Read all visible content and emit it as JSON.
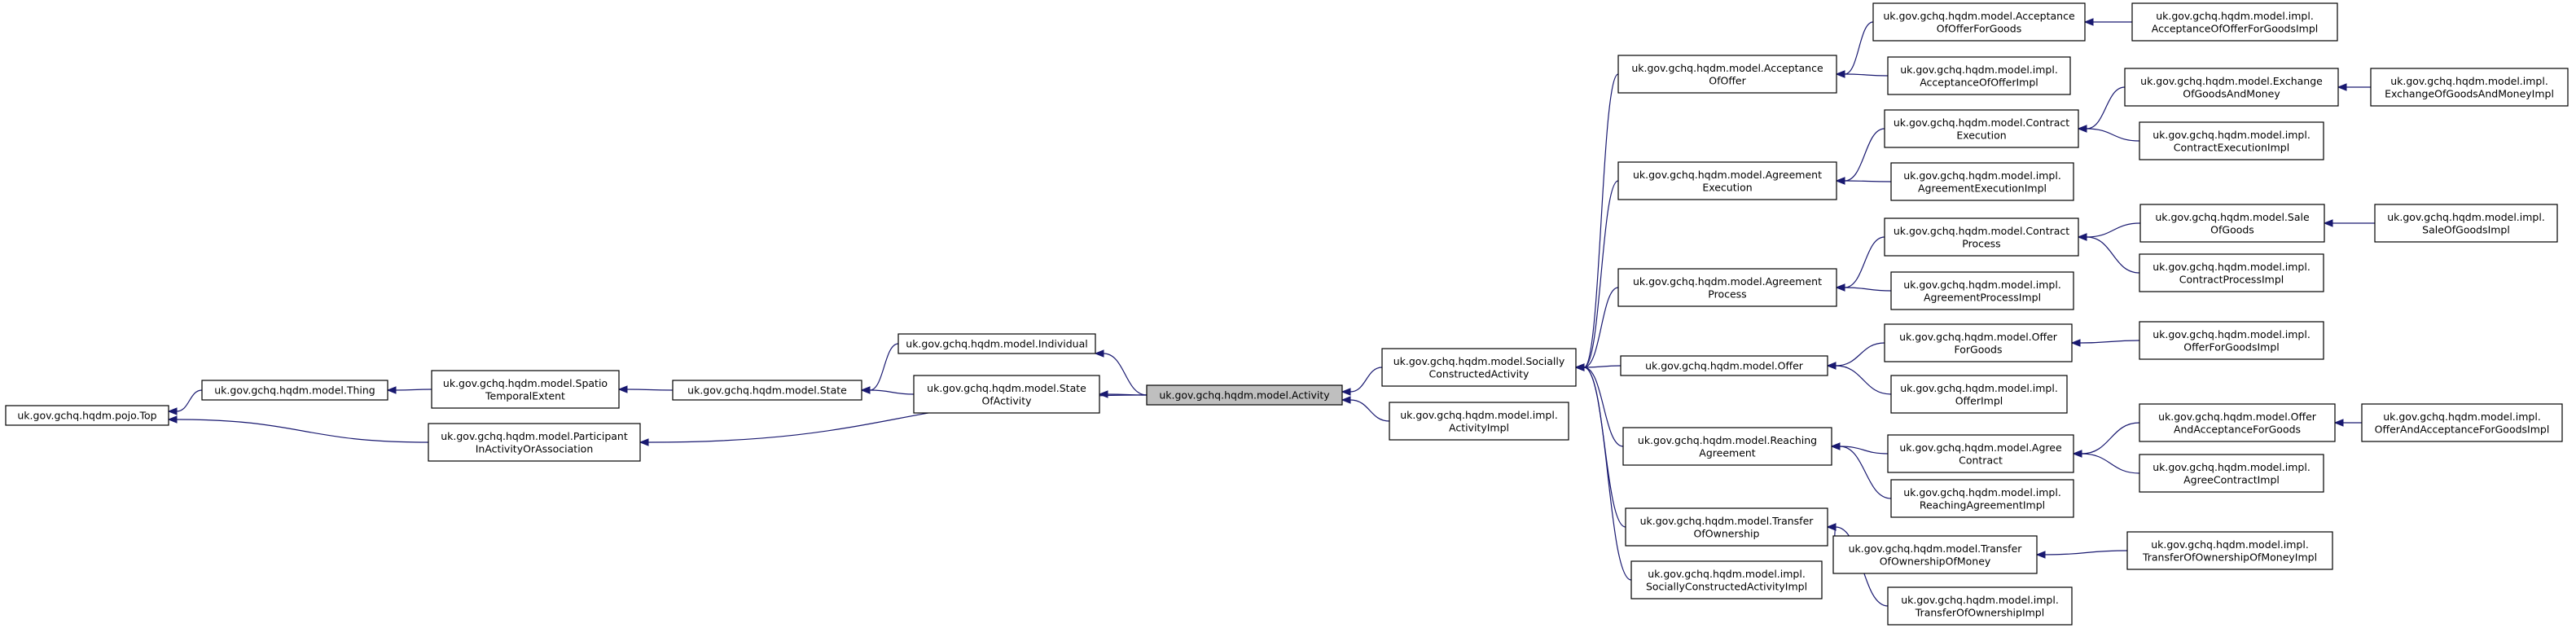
{
  "diagram": {
    "nodes": {
      "top": [
        "uk.gov.gchq.hqdm.pojo.Top"
      ],
      "thing": [
        "uk.gov.gchq.hqdm.model.Thing"
      ],
      "spatio": [
        "uk.gov.gchq.hqdm.model.Spatio",
        "TemporalExtent"
      ],
      "participant": [
        "uk.gov.gchq.hqdm.model.Participant",
        "InActivityOrAssociation"
      ],
      "state": [
        "uk.gov.gchq.hqdm.model.State"
      ],
      "individual": [
        "uk.gov.gchq.hqdm.model.Individual"
      ],
      "stateofactivity": [
        "uk.gov.gchq.hqdm.model.State",
        "OfActivity"
      ],
      "activity": [
        "uk.gov.gchq.hqdm.model.Activity"
      ],
      "sca": [
        "uk.gov.gchq.hqdm.model.Socially",
        "ConstructedActivity"
      ],
      "activityimpl": [
        "uk.gov.gchq.hqdm.model.impl.",
        "ActivityImpl"
      ],
      "acceptoffer": [
        "uk.gov.gchq.hqdm.model.Acceptance",
        "OfOffer"
      ],
      "agreeexec": [
        "uk.gov.gchq.hqdm.model.Agreement",
        "Execution"
      ],
      "agreeproc": [
        "uk.gov.gchq.hqdm.model.Agreement",
        "Process"
      ],
      "offer": [
        "uk.gov.gchq.hqdm.model.Offer"
      ],
      "reaching": [
        "uk.gov.gchq.hqdm.model.Reaching",
        "Agreement"
      ],
      "transfer": [
        "uk.gov.gchq.hqdm.model.Transfer",
        "OfOwnership"
      ],
      "scaimpl": [
        "uk.gov.gchq.hqdm.model.impl.",
        "SociallyConstructedActivityImpl"
      ],
      "acceptoffergoods": [
        "uk.gov.gchq.hqdm.model.Acceptance",
        "OfOfferForGoods"
      ],
      "acceptofferimpl": [
        "uk.gov.gchq.hqdm.model.impl.",
        "AcceptanceOfOfferImpl"
      ],
      "contractexec": [
        "uk.gov.gchq.hqdm.model.Contract",
        "Execution"
      ],
      "agreeexecimpl": [
        "uk.gov.gchq.hqdm.model.impl.",
        "AgreementExecutionImpl"
      ],
      "contractproc": [
        "uk.gov.gchq.hqdm.model.Contract",
        "Process"
      ],
      "agreeprocimpl": [
        "uk.gov.gchq.hqdm.model.impl.",
        "AgreementProcessImpl"
      ],
      "offergoods": [
        "uk.gov.gchq.hqdm.model.Offer",
        "ForGoods"
      ],
      "offerimpl": [
        "uk.gov.gchq.hqdm.model.impl.",
        "OfferImpl"
      ],
      "agreecontract": [
        "uk.gov.gchq.hqdm.model.Agree",
        "Contract"
      ],
      "reachingimpl": [
        "uk.gov.gchq.hqdm.model.impl.",
        "ReachingAgreementImpl"
      ],
      "transfermoney": [
        "uk.gov.gchq.hqdm.model.Transfer",
        "OfOwnershipOfMoney"
      ],
      "transferimpl": [
        "uk.gov.gchq.hqdm.model.impl.",
        "TransferOfOwnershipImpl"
      ],
      "acceptoffergoodsimpl": [
        "uk.gov.gchq.hqdm.model.impl.",
        "AcceptanceOfOfferForGoodsImpl"
      ],
      "exchange": [
        "uk.gov.gchq.hqdm.model.Exchange",
        "OfGoodsAndMoney"
      ],
      "contractexecimpl": [
        "uk.gov.gchq.hqdm.model.impl.",
        "ContractExecutionImpl"
      ],
      "sale": [
        "uk.gov.gchq.hqdm.model.Sale",
        "OfGoods"
      ],
      "contractprocimpl": [
        "uk.gov.gchq.hqdm.model.impl.",
        "ContractProcessImpl"
      ],
      "offergoodsimpl": [
        "uk.gov.gchq.hqdm.model.impl.",
        "OfferForGoodsImpl"
      ],
      "offeracceptgoods": [
        "uk.gov.gchq.hqdm.model.Offer",
        "AndAcceptanceForGoods"
      ],
      "agreecontractimpl": [
        "uk.gov.gchq.hqdm.model.impl.",
        "AgreeContractImpl"
      ],
      "transfermoneyimpl": [
        "uk.gov.gchq.hqdm.model.impl.",
        "TransferOfOwnershipOfMoneyImpl"
      ],
      "exchangeimpl": [
        "uk.gov.gchq.hqdm.model.impl.",
        "ExchangeOfGoodsAndMoneyImpl"
      ],
      "saleimpl": [
        "uk.gov.gchq.hqdm.model.impl.",
        "SaleOfGoodsImpl"
      ],
      "offeracceptgoodsimpl": [
        "uk.gov.gchq.hqdm.model.impl.",
        "OfferAndAcceptanceForGoodsImpl"
      ]
    },
    "focus": "activity",
    "edges": [
      [
        "thing",
        "top"
      ],
      [
        "participant",
        "top"
      ],
      [
        "spatio",
        "thing"
      ],
      [
        "state",
        "spatio"
      ],
      [
        "individual",
        "state"
      ],
      [
        "stateofactivity",
        "state"
      ],
      [
        "activity",
        "individual"
      ],
      [
        "activity",
        "stateofactivity"
      ],
      [
        "activity",
        "participant"
      ],
      [
        "sca",
        "activity"
      ],
      [
        "activityimpl",
        "activity"
      ],
      [
        "acceptoffer",
        "sca"
      ],
      [
        "agreeexec",
        "sca"
      ],
      [
        "agreeproc",
        "sca"
      ],
      [
        "offer",
        "sca"
      ],
      [
        "reaching",
        "sca"
      ],
      [
        "transfer",
        "sca"
      ],
      [
        "scaimpl",
        "sca"
      ],
      [
        "acceptoffergoods",
        "acceptoffer"
      ],
      [
        "acceptofferimpl",
        "acceptoffer"
      ],
      [
        "contractexec",
        "agreeexec"
      ],
      [
        "agreeexecimpl",
        "agreeexec"
      ],
      [
        "contractproc",
        "agreeproc"
      ],
      [
        "agreeprocimpl",
        "agreeproc"
      ],
      [
        "offergoods",
        "offer"
      ],
      [
        "offerimpl",
        "offer"
      ],
      [
        "agreecontract",
        "reaching"
      ],
      [
        "reachingimpl",
        "reaching"
      ],
      [
        "transfermoney",
        "transfer"
      ],
      [
        "transferimpl",
        "transfer"
      ],
      [
        "acceptoffergoodsimpl",
        "acceptoffergoods"
      ],
      [
        "exchange",
        "contractexec"
      ],
      [
        "contractexecimpl",
        "contractexec"
      ],
      [
        "sale",
        "contractproc"
      ],
      [
        "contractprocimpl",
        "contractproc"
      ],
      [
        "offergoodsimpl",
        "offergoods"
      ],
      [
        "offeracceptgoods",
        "agreecontract"
      ],
      [
        "agreecontractimpl",
        "agreecontract"
      ],
      [
        "transfermoneyimpl",
        "transfermoney"
      ],
      [
        "exchangeimpl",
        "exchange"
      ],
      [
        "saleimpl",
        "sale"
      ],
      [
        "offeracceptgoodsimpl",
        "offeracceptgoods"
      ]
    ]
  }
}
